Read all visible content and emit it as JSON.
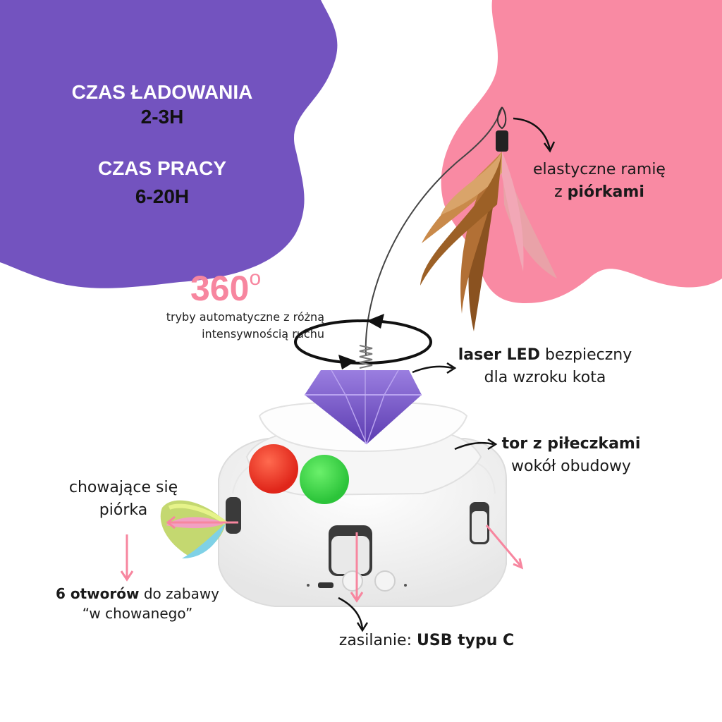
{
  "colors": {
    "purple": "#7353bf",
    "pink": "#f98aa3",
    "accent_pink": "#f7869f",
    "text": "#1a1a1a",
    "white": "#ffffff"
  },
  "specs": {
    "charging_label": "CZAS ŁADOWANIA",
    "charging_value": "2-3H",
    "runtime_label": "CZAS PRACY",
    "runtime_value": "6-20H"
  },
  "rotation": {
    "degrees": "360",
    "degree_symbol": "o",
    "desc_line1": "tryby automatyczne z różną",
    "desc_line2": "intensywnością ruchu"
  },
  "arm": {
    "line1": "elastyczne ramię",
    "line2_prefix": "z ",
    "line2_bold": "piórkami"
  },
  "laser": {
    "bold": "laser LED",
    "rest": " bezpieczny",
    "line2": "dla wzroku kota"
  },
  "track": {
    "bold": "tor z piłeczkami",
    "line2": "wokół obudowy"
  },
  "feathers": {
    "line1": "chowające się",
    "line2": "piórka"
  },
  "holes": {
    "bold": "6 otworów",
    "rest": " do zabawy",
    "line2": "“w chowanego”"
  },
  "power": {
    "prefix": "zasilanie: ",
    "bold": "USB typu C"
  },
  "icons": [
    "rotation-arrow-icon",
    "curved-arrow-icon",
    "down-arrow-icon"
  ]
}
